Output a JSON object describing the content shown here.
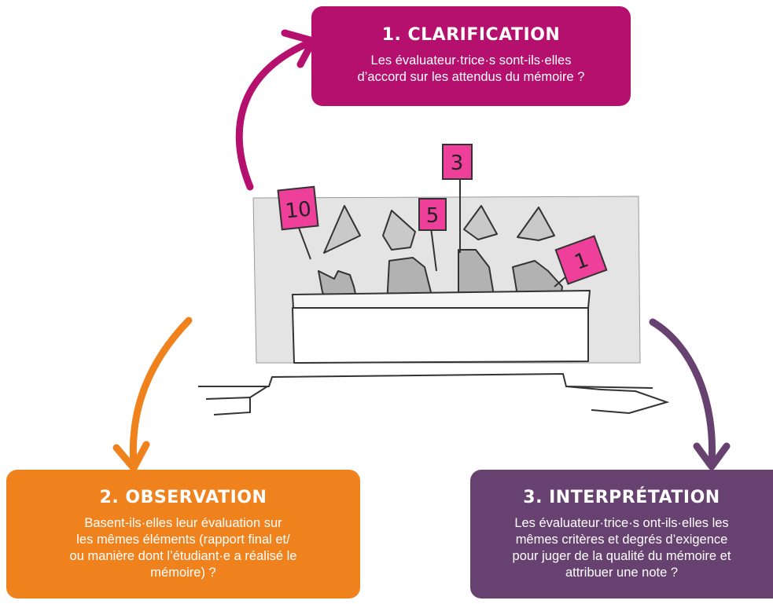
{
  "steps": [
    {
      "title": "1. CLARIFICATION",
      "text": [
        "Les évaluateur·trice·s sont-ils·elles",
        "d’accord sur les attendus du mémoire ?"
      ],
      "color": "#b5106e"
    },
    {
      "title": "2. OBSERVATION",
      "text": [
        "Basent-ils·elles leur évaluation sur",
        "les mêmes éléments (rapport final et/",
        "ou manière dont l’étudiant·e a réalisé le",
        "mémoire) ?"
      ],
      "color": "#f0821e"
    },
    {
      "title": "3. INTERPRÉTATION",
      "text": [
        "Les évaluateur·trice·s ont-ils·elles les",
        "mêmes critères et degrés d’exigence",
        "pour juger de la qualité du mémoire et",
        "attribuer une note ?"
      ],
      "color": "#67416f"
    }
  ],
  "illustration": {
    "score_cards": [
      "10",
      "5",
      "3",
      "1"
    ],
    "card_color": "#ee3f9a"
  }
}
